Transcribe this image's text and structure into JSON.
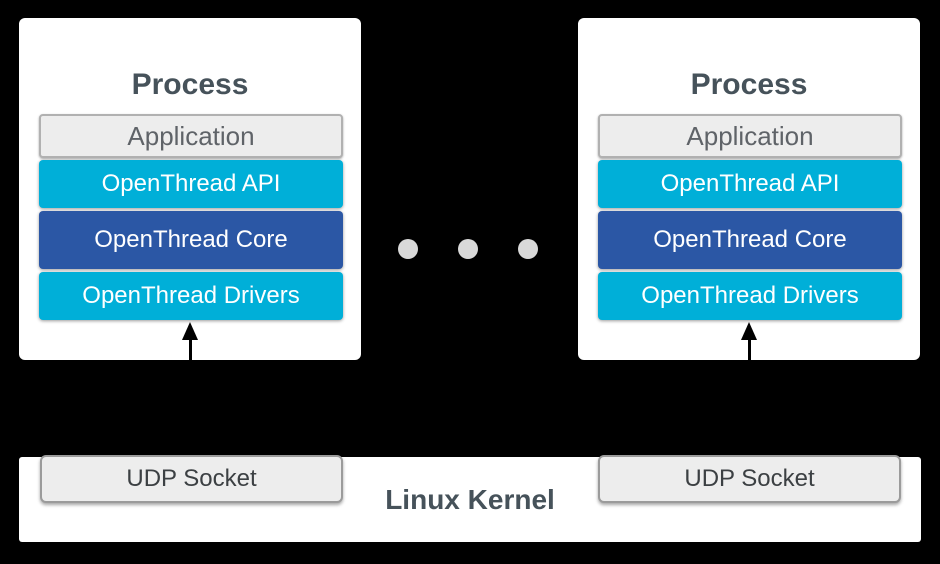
{
  "colors": {
    "background": "#000000",
    "panel": "#ffffff",
    "cyan_layer": "#00afd8",
    "blue_layer": "#2b57a5",
    "light_box_fill": "#ededed",
    "light_box_border": "#b1b1b1",
    "heading_text": "#46525a",
    "application_text": "#5f6368",
    "layer_text": "#ffffff",
    "udp_text": "#3c4043",
    "dot": "#d9d9d9",
    "arrow": "#000000"
  },
  "processes": [
    {
      "title": "Process",
      "layers": [
        {
          "label": "Application",
          "style": "plain"
        },
        {
          "label": "OpenThread API",
          "style": "cyan"
        },
        {
          "label": "OpenThread Core",
          "style": "blue"
        },
        {
          "label": "OpenThread Drivers",
          "style": "cyan"
        }
      ]
    },
    {
      "title": "Process",
      "layers": [
        {
          "label": "Application",
          "style": "plain"
        },
        {
          "label": "OpenThread API",
          "style": "cyan"
        },
        {
          "label": "OpenThread Core",
          "style": "blue"
        },
        {
          "label": "OpenThread Drivers",
          "style": "cyan"
        }
      ]
    }
  ],
  "ellipsis": {
    "dot_count": 3
  },
  "kernel": {
    "label": "Linux Kernel",
    "sockets": [
      {
        "label": "UDP Socket"
      },
      {
        "label": "UDP Socket"
      }
    ]
  }
}
